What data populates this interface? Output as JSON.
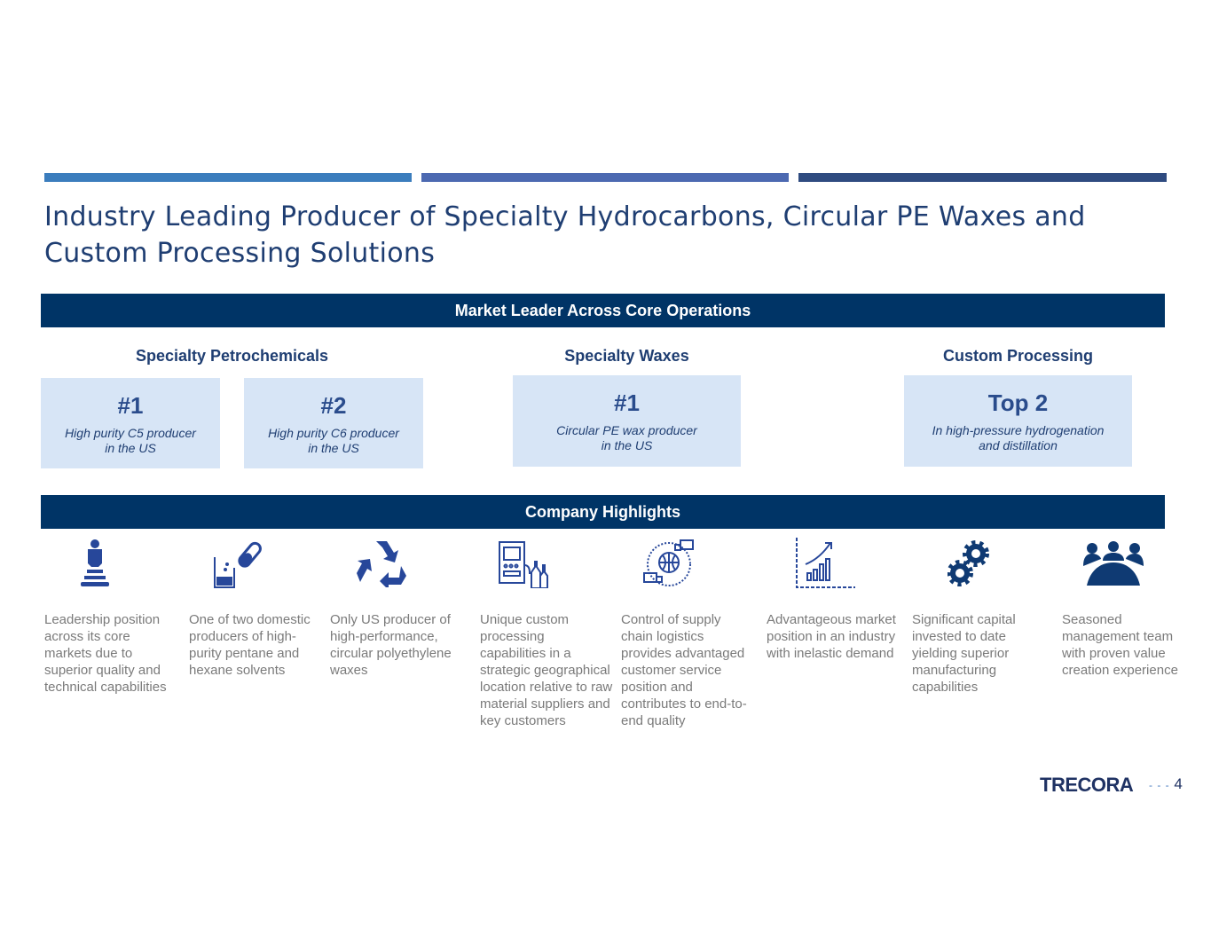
{
  "title": "Industry Leading Producer of Specialty Hydrocarbons, Circular PE Waxes and Custom Processing Solutions",
  "market_banner": "Market Leader Across Core Operations",
  "segments": [
    {
      "heading": "Specialty Petrochemicals"
    },
    {
      "heading": "Specialty Waxes"
    },
    {
      "heading": "Custom Processing"
    }
  ],
  "boxes": [
    {
      "rank": "#1",
      "desc1": "High purity C5 producer",
      "desc2": "in the US"
    },
    {
      "rank": "#2",
      "desc1": "High purity C6 producer",
      "desc2": "in the US"
    },
    {
      "rank": "#1",
      "desc1": "Circular PE wax producer",
      "desc2": "in the US"
    },
    {
      "rank": "Top 2",
      "desc1": "In high-pressure hydrogenation",
      "desc2": "and distillation"
    }
  ],
  "highlights_banner": "Company Highlights",
  "highlights": [
    {
      "icon": "leadership-pedestal-icon",
      "text": "Leadership position across its core markets due to superior quality and technical capabilities"
    },
    {
      "icon": "lab-beaker-icon",
      "text": "One of two domestic producers of high-purity pentane and hexane solvents"
    },
    {
      "icon": "recycle-icon",
      "text": "Only US producer of high-performance, circular polyethylene waxes"
    },
    {
      "icon": "processing-plant-icon",
      "text": "Unique custom processing capabilities in a strategic geographical location relative to raw material suppliers and key customers"
    },
    {
      "icon": "global-logistics-icon",
      "text": "Control of supply chain logistics provides advantaged customer service position and contributes to end-to-end quality"
    },
    {
      "icon": "growth-chart-icon",
      "text": "Advantageous market position in an industry with inelastic demand"
    },
    {
      "icon": "gears-icon",
      "text": "Significant capital invested to date yielding superior manufacturing capabilities"
    },
    {
      "icon": "team-icon",
      "text": "Seasoned management team with proven value creation experience"
    }
  ],
  "footer": {
    "logo": "TRECORA",
    "dashes": "- - -",
    "page": "4"
  },
  "colors": {
    "navy": "#003466",
    "bar1": "#3b7dbd",
    "bar2": "#4c69b1",
    "bar3": "#2f4b80",
    "box": "#d7e5f6"
  }
}
